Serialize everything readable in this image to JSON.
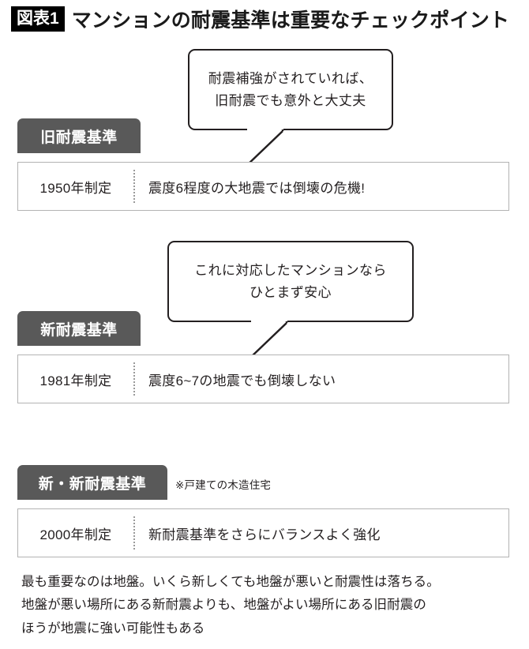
{
  "title": {
    "badge": "図表1",
    "heading": "マンションの耐震基準は重要なチェックポイント"
  },
  "bubbles": [
    {
      "name": "bubble-old-standard",
      "line1": "耐震補強がされていれば、",
      "line2": "旧耐震でも意外と大丈夫"
    },
    {
      "name": "bubble-new-standard",
      "line1": "これに対応したマンションなら",
      "line2": "ひとまず安心"
    }
  ],
  "blocks": [
    {
      "header": "旧耐震基準",
      "note": "",
      "year": "1950年制定",
      "description": "震度6程度の大地震では倒壊の危機!"
    },
    {
      "header": "新耐震基準",
      "note": "",
      "year": "1981年制定",
      "description": "震度6~7の地震でも倒壊しない"
    },
    {
      "header": "新・新耐震基準",
      "note": "※戸建ての木造住宅",
      "year": "2000年制定",
      "description": "新耐震基準をさらにバランスよく強化"
    }
  ],
  "footer": {
    "line1": "最も重要なのは地盤。いくら新しくても地盤が悪いと耐震性は落ちる。",
    "line2": "地盤が悪い場所にある新耐震よりも、地盤がよい場所にある旧耐震の",
    "line3": "ほうが地震に強い可能性もある"
  },
  "colors": {
    "header_fill": "#595959",
    "badge_fill": "#000000",
    "box_border": "#b3b3b3",
    "bubble_border": "#231f20",
    "text": "#231f20"
  }
}
